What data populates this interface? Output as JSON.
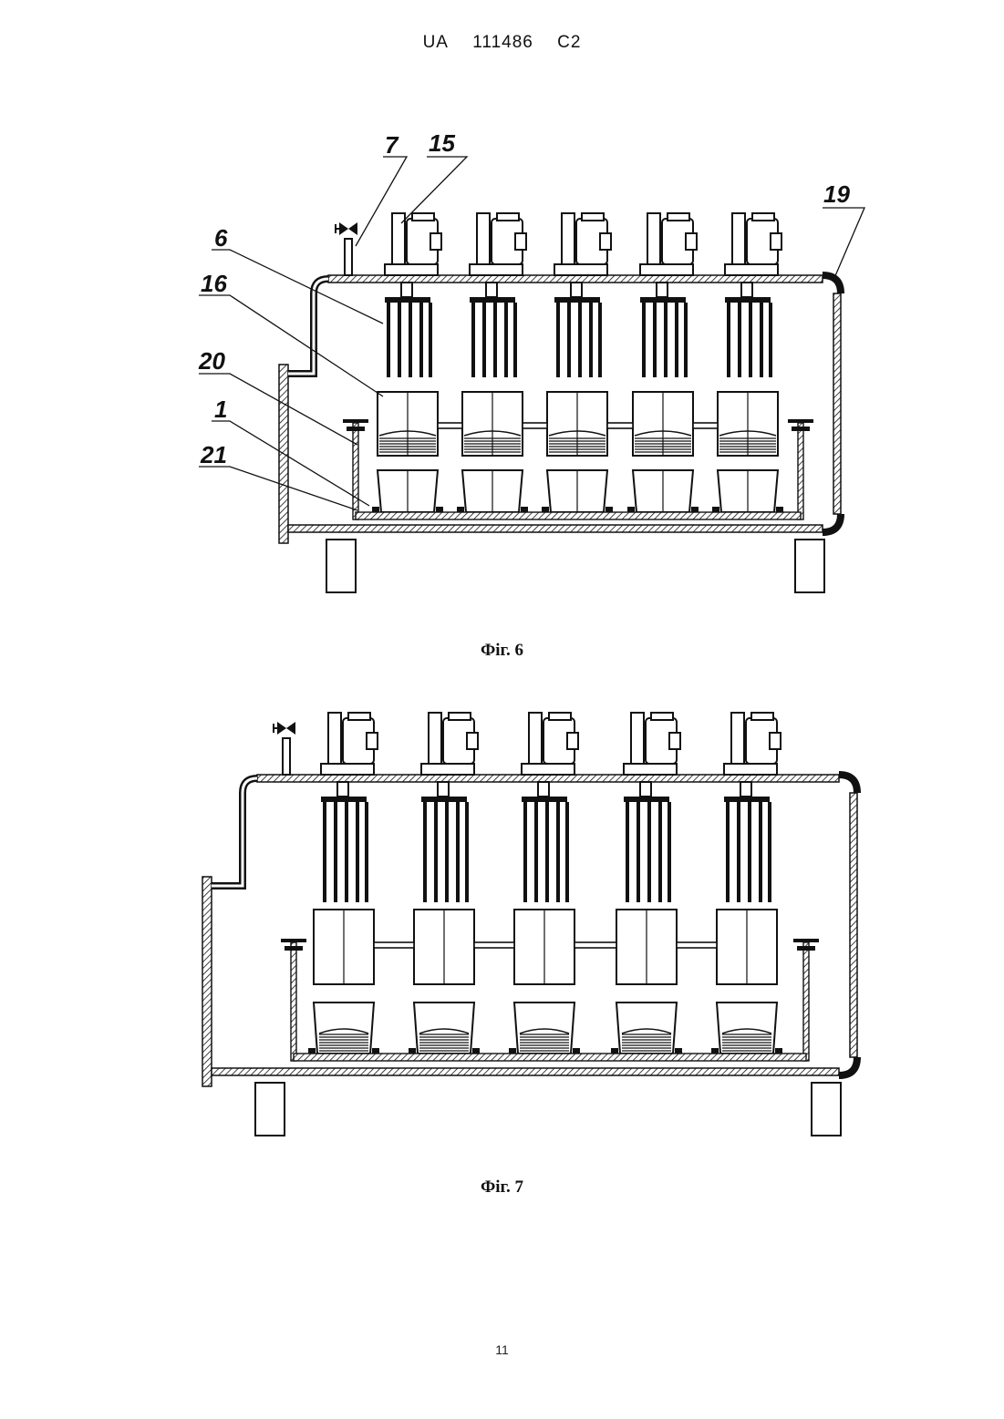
{
  "header": {
    "country": "UA",
    "number": "111486",
    "kind": "C2"
  },
  "figures": [
    {
      "caption": "Фіг. 6",
      "labels": [
        "7",
        "15",
        "19",
        "6",
        "16",
        "20",
        "1",
        "21"
      ]
    },
    {
      "caption": "Фіг. 7"
    }
  ],
  "page_number": "11"
}
